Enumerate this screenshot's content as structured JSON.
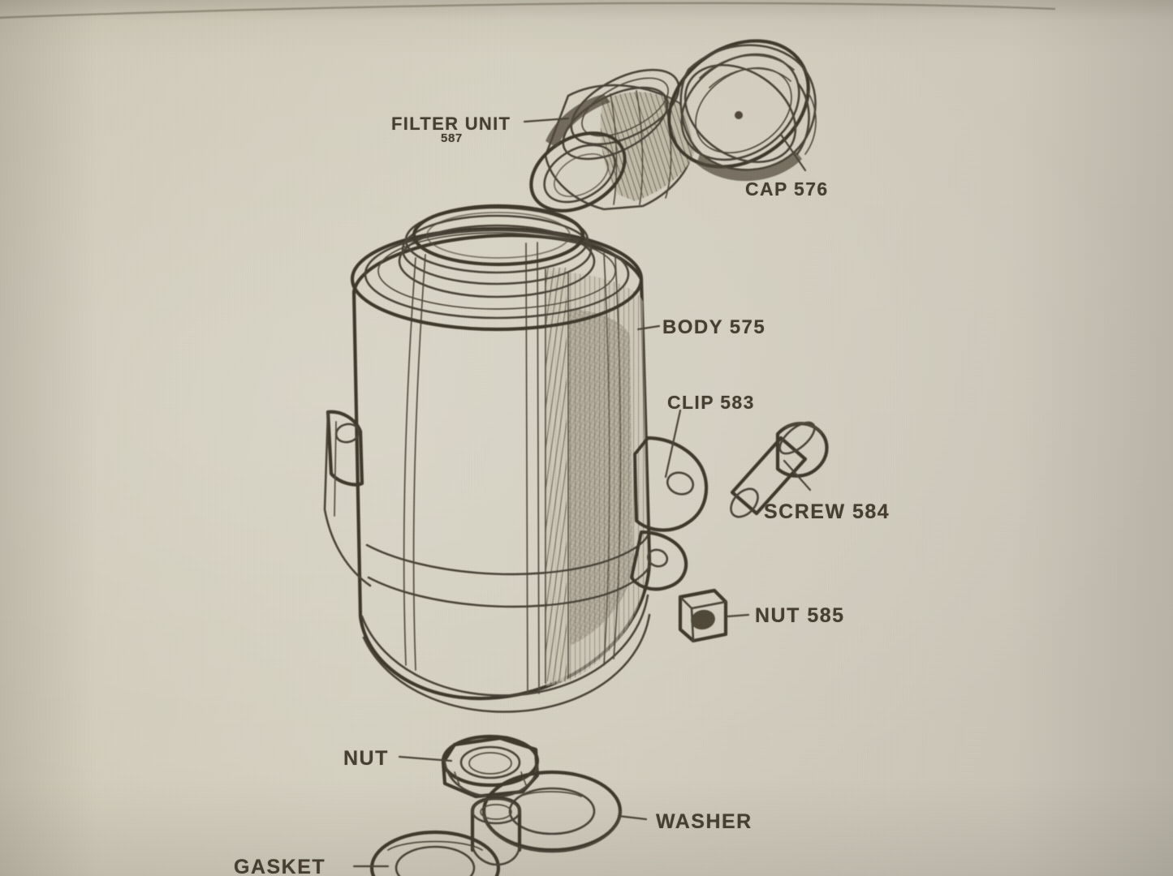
{
  "document": {
    "type": "exploded-parts-diagram",
    "subject": "oil filter assembly",
    "medium": "photograph of printed manual page",
    "paper_color": "#d2ccbb",
    "ink_color": "#463f31"
  },
  "labels": [
    {
      "id": "filter-unit",
      "text": "FILTER UNIT",
      "part_number": "587"
    },
    {
      "id": "cap",
      "text": "CAP 576"
    },
    {
      "id": "body",
      "text": "BODY 575"
    },
    {
      "id": "clip",
      "text": "CLIP 583"
    },
    {
      "id": "screw",
      "text": "SCREW 584"
    },
    {
      "id": "nut-585",
      "text": "NUT 585"
    },
    {
      "id": "nut",
      "text": "NUT"
    },
    {
      "id": "washer",
      "text": "WASHER"
    },
    {
      "id": "gasket",
      "text": "GASKET"
    }
  ],
  "parts": {
    "filter_unit": {
      "label": "FILTER UNIT",
      "number": "587"
    },
    "cap": {
      "label": "CAP 576",
      "number": "576"
    },
    "body": {
      "label": "BODY 575",
      "number": "575"
    },
    "clip": {
      "label": "CLIP 583",
      "number": "583"
    },
    "screw": {
      "label": "SCREW 584",
      "number": "584"
    },
    "nut_585": {
      "label": "NUT 585",
      "number": "585"
    },
    "nut": {
      "label": "NUT",
      "number": ""
    },
    "washer": {
      "label": "WASHER",
      "number": ""
    },
    "gasket": {
      "label": "GASKET",
      "number": ""
    }
  }
}
